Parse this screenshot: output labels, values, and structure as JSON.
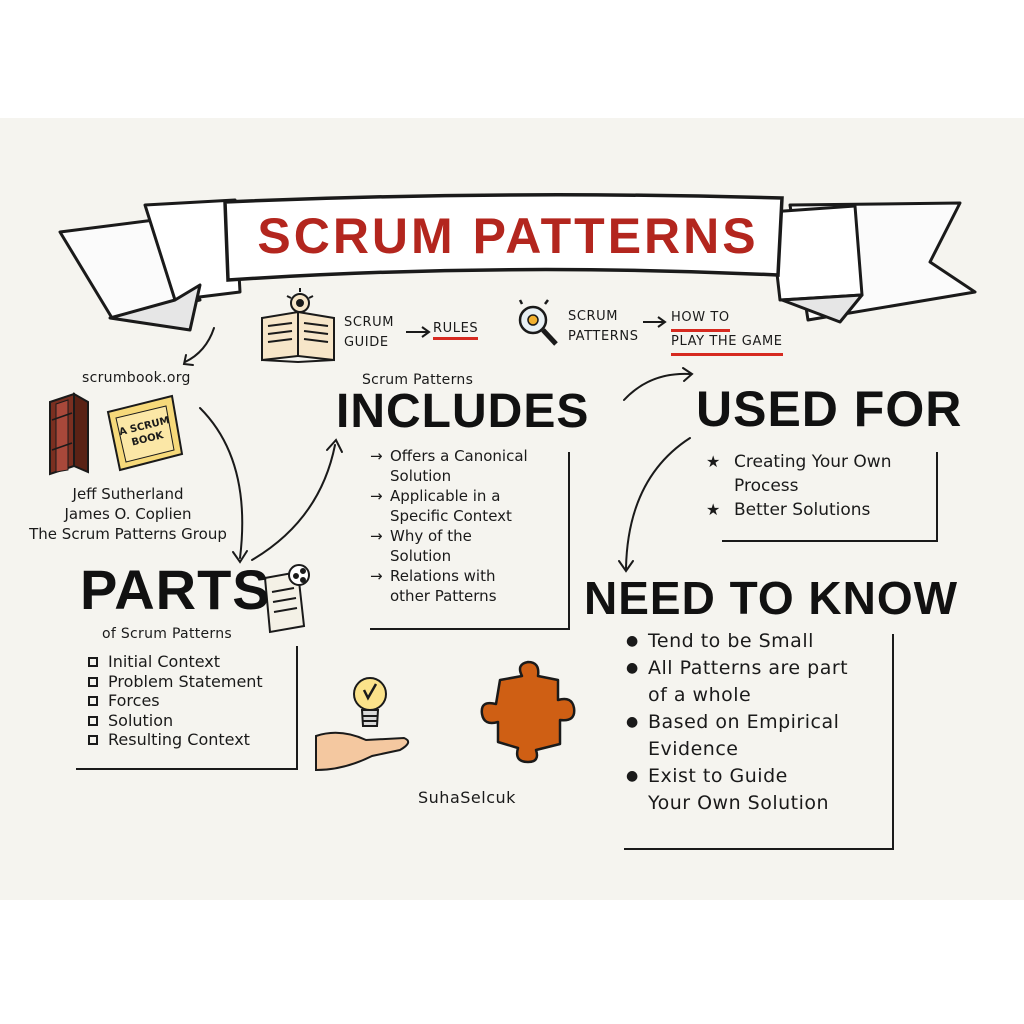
{
  "title": "SCRUM PATTERNS",
  "legend": {
    "guide_label_line1": "SCRUM",
    "guide_label_line2": "GUIDE",
    "guide_result": "RULES",
    "patterns_label_line1": "SCRUM",
    "patterns_label_line2": "PATTERNS",
    "patterns_result_line1": "HOW TO",
    "patterns_result_line2": "PLAY THE GAME"
  },
  "source": {
    "url": "scrumbook.org",
    "book_line1": "A SCRUM",
    "book_line2": "BOOK",
    "authors": [
      "Jeff Sutherland",
      "James O. Coplien",
      "The Scrum Patterns Group"
    ]
  },
  "parts": {
    "heading": "PARTS",
    "subheading": "of Scrum Patterns",
    "items": [
      "Initial Context",
      "Problem Statement",
      "Forces",
      "Solution",
      "Resulting Context"
    ]
  },
  "includes": {
    "caption": "Scrum Patterns",
    "heading": "INCLUDES",
    "items": [
      {
        "line1": "Offers a Canonical",
        "line2": "Solution"
      },
      {
        "line1": "Applicable in a",
        "line2": "Specific Context"
      },
      {
        "line1": "Why of the",
        "line2": "Solution"
      },
      {
        "line1": "Relations with",
        "line2": "other Patterns"
      }
    ]
  },
  "used_for": {
    "heading": "USED FOR",
    "items": [
      {
        "line1": "Creating Your Own",
        "line2": "Process"
      },
      {
        "line1": "Better Solutions",
        "line2": ""
      }
    ]
  },
  "need_to_know": {
    "heading": "NEED TO KNOW",
    "items": [
      {
        "line1": "Tend to be Small",
        "line2": ""
      },
      {
        "line1": "All Patterns are part",
        "line2": "of a whole"
      },
      {
        "line1": "Based on Empirical",
        "line2": "Evidence"
      },
      {
        "line1": "Exist to Guide",
        "line2": "Your Own Solution"
      }
    ]
  },
  "signature": "SuhaSelcuk",
  "icons": [
    "open-book-gear-icon",
    "magnifier-gear-icon",
    "books-icon",
    "document-share-icon",
    "lightbulb-hand-icon",
    "puzzle-piece-icon"
  ],
  "colors": {
    "title_red": "#b3261e",
    "underline_red": "#d62a20",
    "puzzle_orange": "#cf5f14",
    "ink": "#1a1a1a",
    "paper": "#f5f4ef"
  }
}
